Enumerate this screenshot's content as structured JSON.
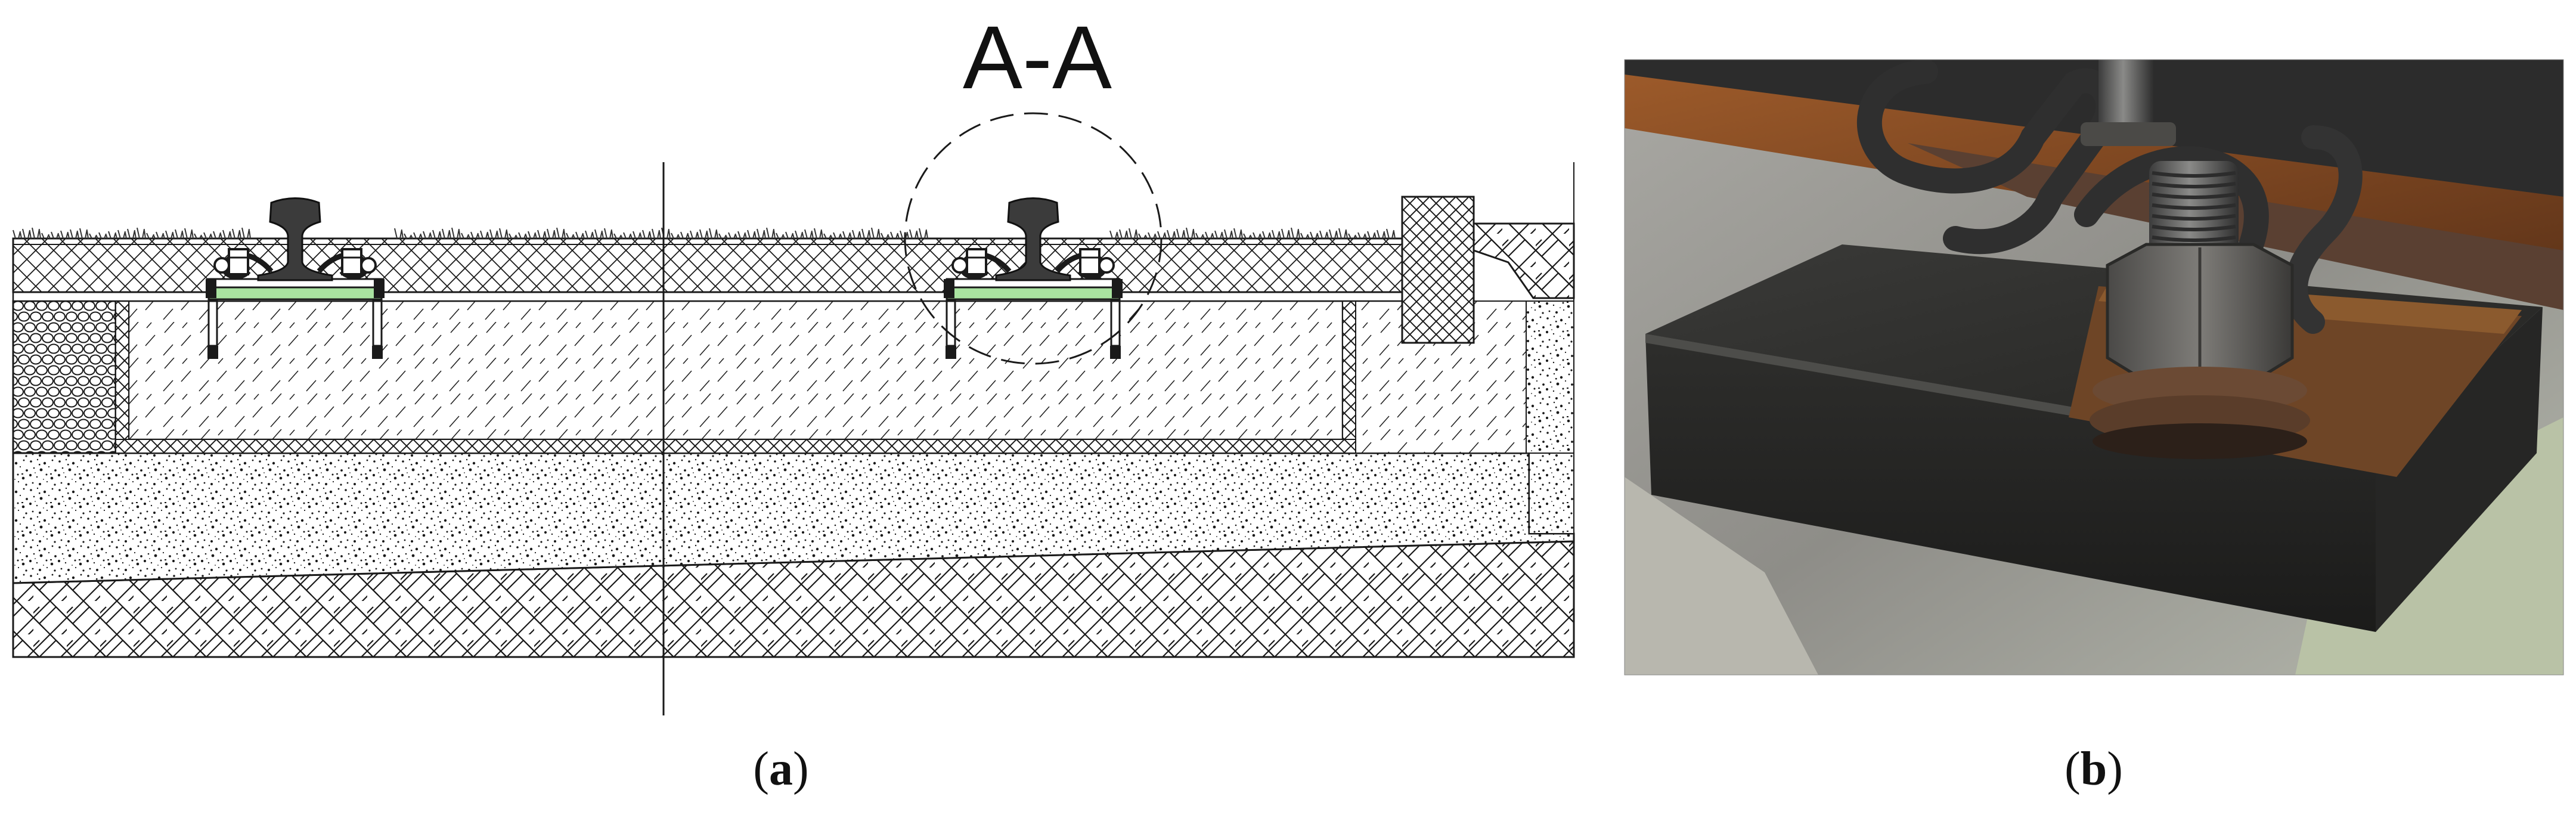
{
  "figure": {
    "section_label": "A-A",
    "panels": [
      {
        "id": "a",
        "caption_open": "(",
        "caption_letter": "a",
        "caption_close": ")"
      },
      {
        "id": "b",
        "caption_open": "(",
        "caption_letter": "b",
        "caption_close": ")"
      }
    ]
  },
  "colors": {
    "pad_green": "#a9e3a0",
    "line": "#1a1a1a",
    "rail_dark": "#3b3b3b",
    "photo_concrete": "#8f8f8c",
    "photo_pad": "#2d2d2b",
    "photo_rust": "#8a4a22",
    "photo_steel": "#4a4a4a"
  },
  "icons": [
    "rail-fastening-icon",
    "bolt-nut-icon",
    "rail-clip-icon"
  ]
}
